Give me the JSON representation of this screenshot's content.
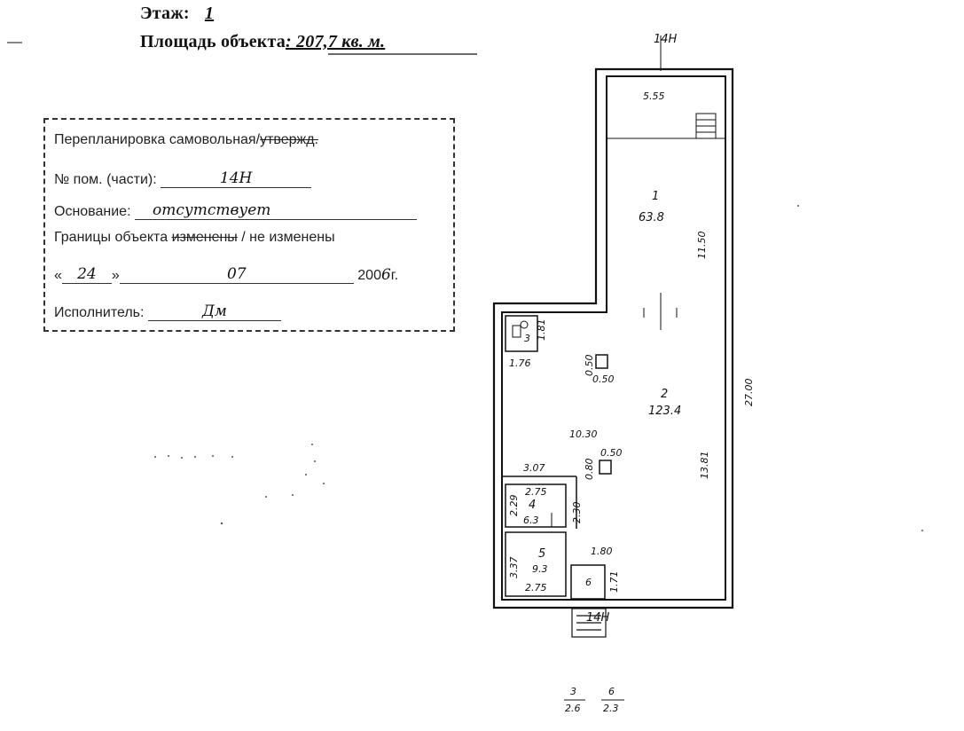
{
  "header": {
    "floor_label": "Этаж:",
    "floor_value": "1",
    "area_label": "Площадь объекта",
    "area_value": ": 207,7  кв. м."
  },
  "stamp": {
    "line1_prefix": "Перепланировка самовольная/",
    "line1_struck": "утвержд.",
    "room_label": "№ пом. (части):",
    "room_value": "14Н",
    "basis_label": "Основание:",
    "basis_value": "отсутствует",
    "borders_label": "Границы объекта",
    "borders_struck": "изменены",
    "borders_suffix": " / не изменены",
    "date_day": "24",
    "date_month": "07",
    "date_year_prefix": "200",
    "date_year_suffix": "6",
    "date_g": "г.",
    "executor_label": "Исполнитель:",
    "executor_sign": "Дм"
  },
  "plan": {
    "top_tag": "14Н",
    "bottom_tag": "14Н",
    "room1": {
      "num": "1",
      "area": "63.8"
    },
    "room2": {
      "num": "2",
      "area": "123.4"
    },
    "room3": {
      "num": "3"
    },
    "room4": {
      "num": "4",
      "area": "6.3"
    },
    "room5": {
      "num": "5",
      "area": "9.3"
    },
    "room6": {
      "num": "6"
    },
    "dims": {
      "top_width": "5.55",
      "room1_length": "11.50",
      "overall_length": "27.00",
      "room2_length": "13.81",
      "room2_width": "10.30",
      "wc_depth": "1.81",
      "wc_width": "1.76",
      "col1_a": "0.50",
      "col1_b": "0.50",
      "col2_a": "0.50",
      "col2_b": "0.80",
      "partition": "3.07",
      "r4_top": "2.75",
      "r4_side": "2.29",
      "r4_right": "2.30",
      "r5_side": "3.37",
      "r5_bottom": "2.75",
      "r6_top": "1.80",
      "r6_side": "1.71"
    }
  },
  "explication": {
    "a_num": "3",
    "a_area": "2.6",
    "b_num": "6",
    "b_area": "2.3"
  }
}
